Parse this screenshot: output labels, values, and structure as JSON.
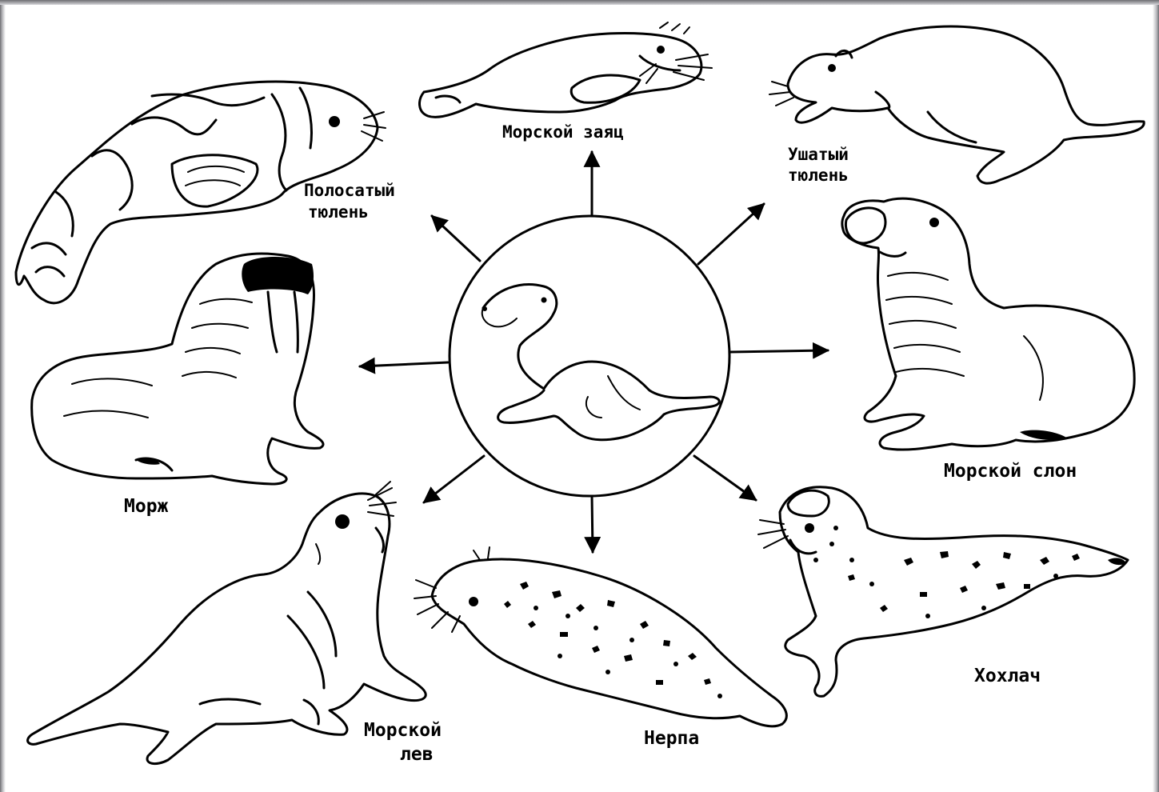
{
  "diagram": {
    "center": {
      "name": "seal-ancestor"
    },
    "animals": [
      {
        "id": "striped-seal",
        "label_lines": [
          "Полосатый",
          "тюлень"
        ]
      },
      {
        "id": "bearded-seal",
        "label_lines": [
          "Морской заяц"
        ]
      },
      {
        "id": "eared-seal",
        "label_lines": [
          "Ушатый",
          "тюлень"
        ]
      },
      {
        "id": "walrus",
        "label_lines": [
          "Морж"
        ]
      },
      {
        "id": "elephant-seal",
        "label_lines": [
          "Морской слон"
        ]
      },
      {
        "id": "sea-lion",
        "label_lines": [
          "Морской",
          "лев"
        ]
      },
      {
        "id": "ringed-seal",
        "label_lines": [
          "Нерпа"
        ]
      },
      {
        "id": "hooded-seal",
        "label_lines": [
          "Хохлач"
        ]
      }
    ]
  },
  "colors": {
    "ink": "#000000",
    "paper": "#ffffff",
    "frame": "#8a8a8e"
  }
}
